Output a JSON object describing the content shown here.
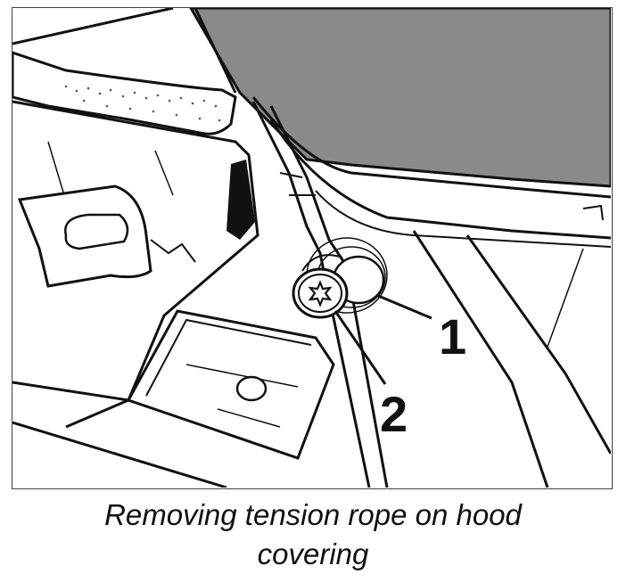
{
  "figure": {
    "callouts": [
      {
        "number": "1"
      },
      {
        "number": "2"
      }
    ]
  },
  "caption": {
    "line1": "Removing tension rope on hood",
    "line2": "covering"
  },
  "colors": {
    "hood_cover_fill": "#8a8a8a",
    "line": "#111111",
    "background": "#ffffff"
  }
}
